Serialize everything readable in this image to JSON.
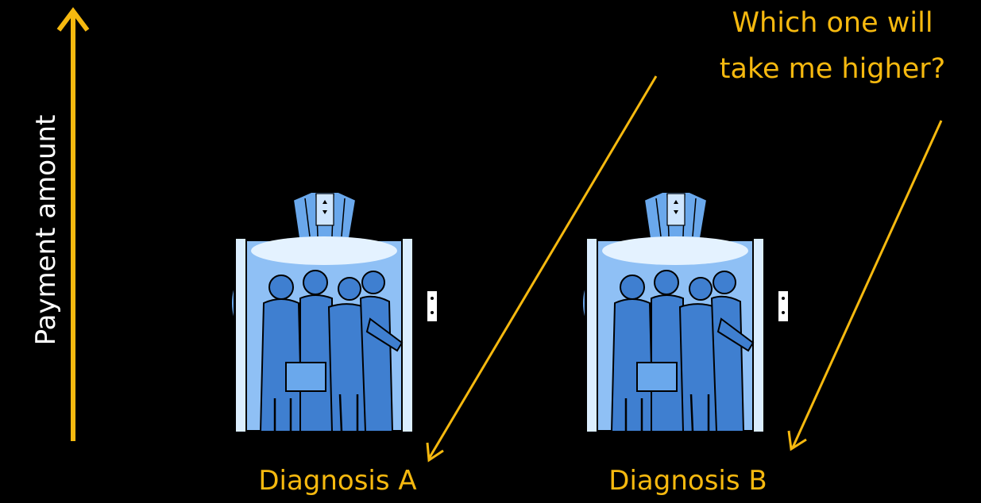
{
  "slide": {
    "y_axis_label": "Payment amount",
    "question_lines": [
      "Which one will",
      "take me higher?"
    ],
    "diagnoses": [
      "Diagnosis A",
      "Diagnosis B"
    ]
  },
  "colors": {
    "background": "#000000",
    "accent": "#f6b90f",
    "elevator_blue": "#6aa8ec",
    "text_white": "#ffffff"
  },
  "icons": [
    "up-arrow-icon",
    "elevator-icon",
    "arrow-icon"
  ]
}
